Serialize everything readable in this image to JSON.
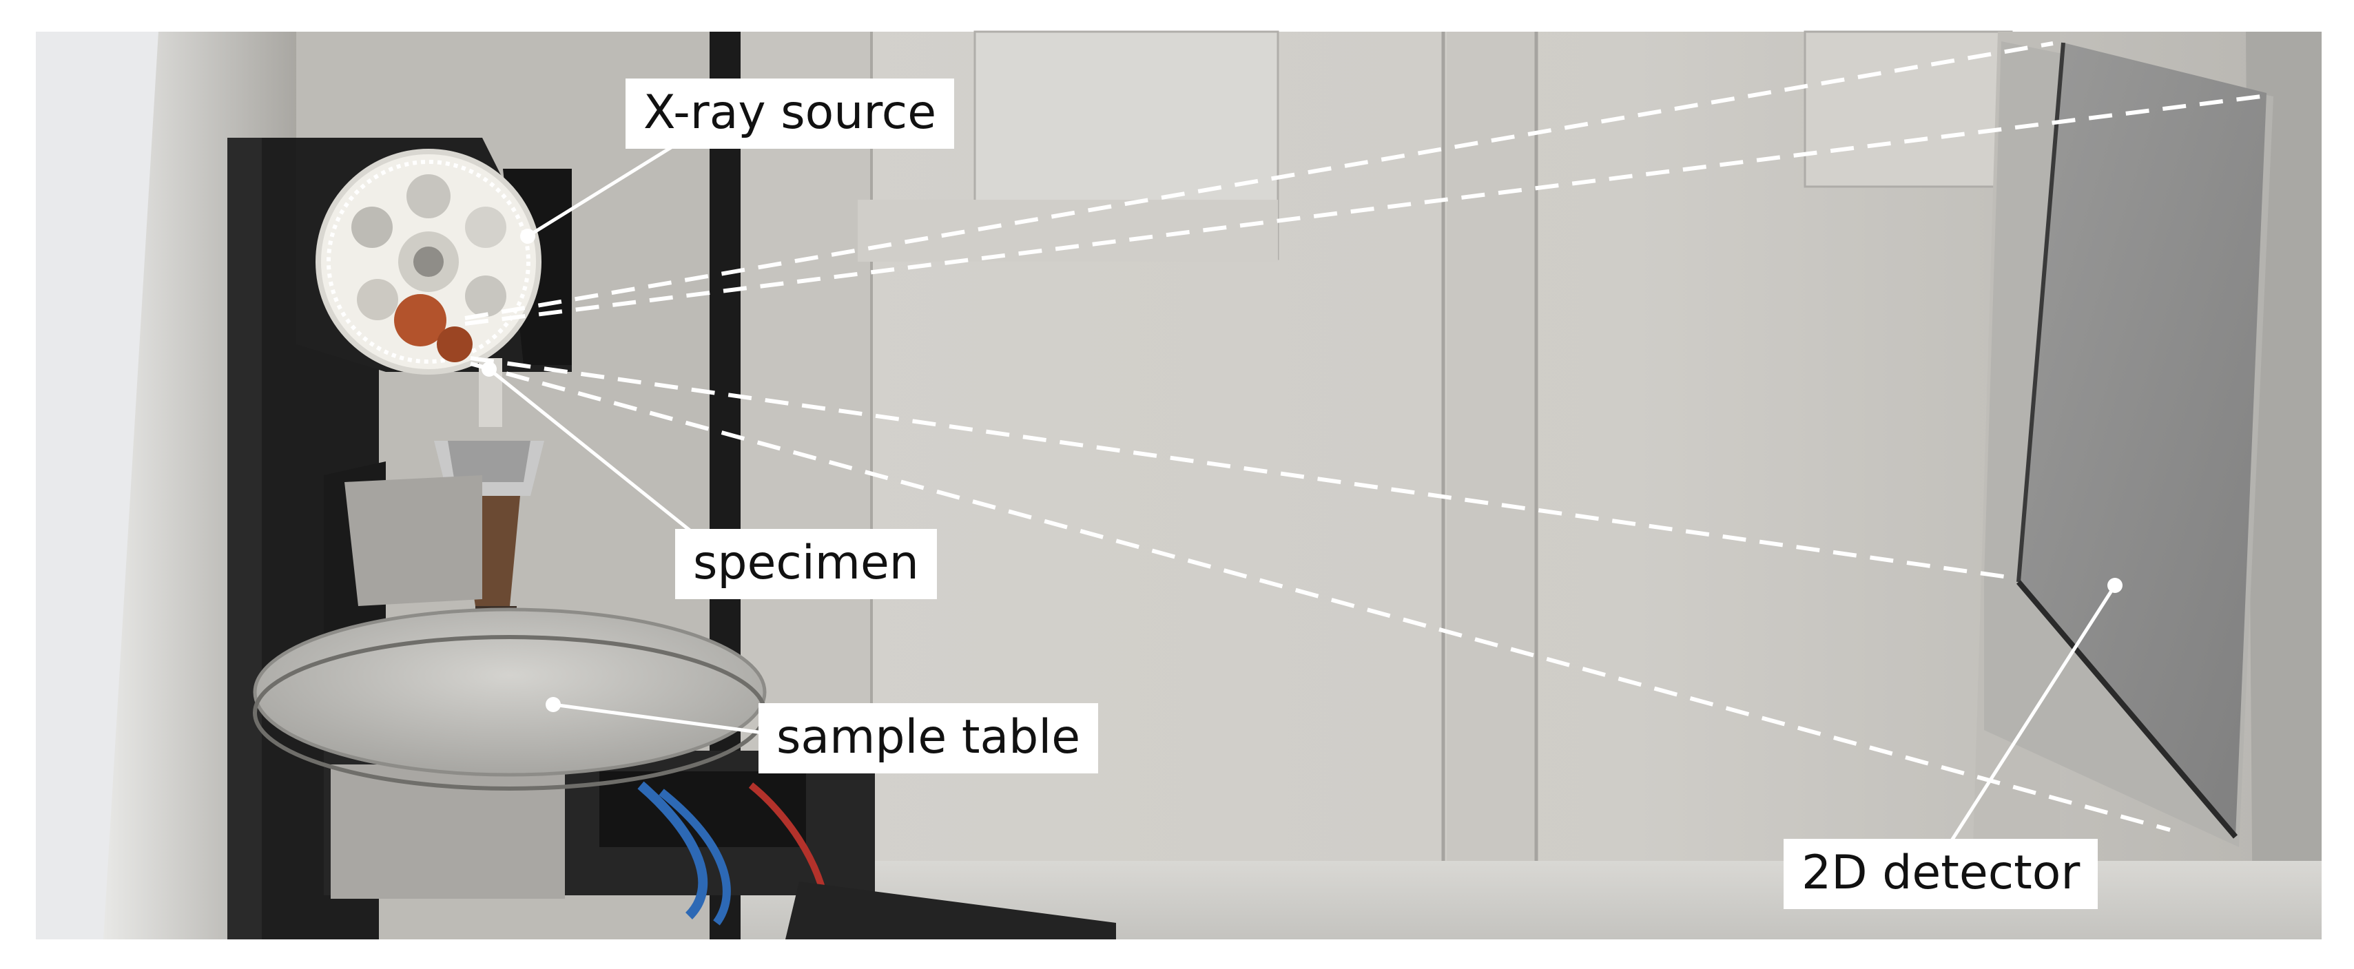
{
  "labels": {
    "xray_source": "X-ray source",
    "specimen": "specimen",
    "sample_table": "sample table",
    "detector": "2D detector"
  },
  "colors": {
    "wall": "#c9c7c2",
    "cabinet_dark": "#1c1c1c",
    "filter_wheel": "#f1efe9",
    "detector_panel": "#8f8f8f",
    "table_top": "#b9b9b6",
    "beam_line": "#ffffff",
    "label_bg": "#ffffff"
  }
}
